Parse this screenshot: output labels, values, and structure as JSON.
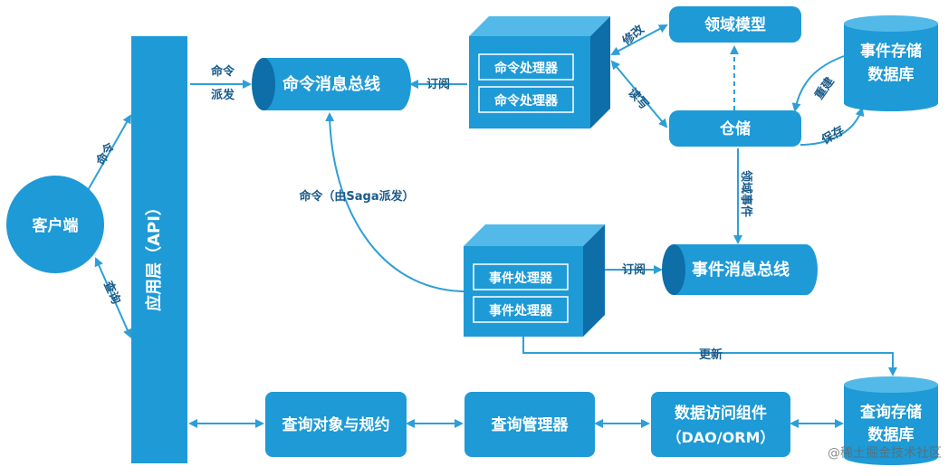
{
  "colors": {
    "node": "#1e9ad6",
    "node_dark": "#0d6ea8",
    "node_top": "#53b9e8",
    "line": "#2e9fd6",
    "label": "#1a5b8a"
  },
  "nodes": {
    "client": "客户端",
    "api_layer": "应用层（API）",
    "command_bus": "命令消息总线",
    "command_handler_1": "命令处理器",
    "command_handler_2": "命令处理器",
    "domain_model": "领域模型",
    "repository": "仓储",
    "event_store_1": "事件存储",
    "event_store_2": "数据库",
    "event_bus": "事件消息总线",
    "event_handler_1": "事件处理器",
    "event_handler_2": "事件处理器",
    "query_spec": "查询对象与规约",
    "query_manager": "查询管理器",
    "dao_1": "数据访问组件",
    "dao_2": "（DAO/ORM）",
    "query_store_1": "查询存储",
    "query_store_2": "数据库"
  },
  "labels": {
    "command": "命令",
    "query": "查询",
    "dispatch_1": "命令",
    "dispatch_2": "派发",
    "subscribe_cmd": "订阅",
    "modify": "修改",
    "read_write": "读写",
    "rebuild": "重建",
    "save": "保存",
    "domain_event": "领域事件",
    "saga_command": "命令（由Saga派发）",
    "subscribe_evt": "订阅",
    "update": "更新"
  },
  "watermark": "@稀土掘金技术社区"
}
